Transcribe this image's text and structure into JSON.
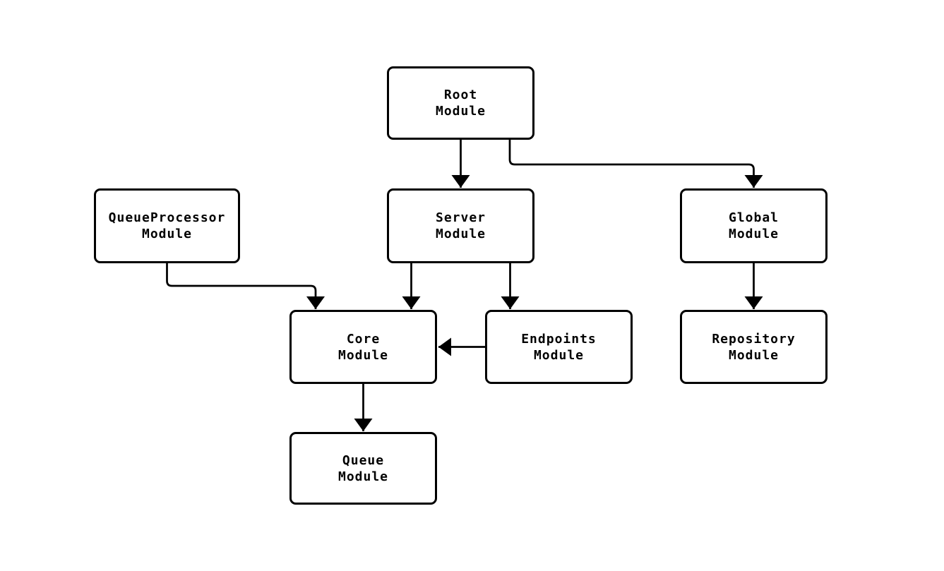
{
  "diagram": {
    "type": "module-dependency-flowchart",
    "colors": {
      "background": "#ffffff",
      "node_fill": "#ffffff",
      "node_border": "#000000",
      "edge": "#000000",
      "text": "#000000"
    },
    "nodes": [
      {
        "id": "root",
        "label": "Root\nModule"
      },
      {
        "id": "queueprocessor",
        "label": "QueueProcessor\nModule"
      },
      {
        "id": "server",
        "label": "Server\nModule"
      },
      {
        "id": "global",
        "label": "Global\nModule"
      },
      {
        "id": "core",
        "label": "Core\nModule"
      },
      {
        "id": "endpoints",
        "label": "Endpoints\nModule"
      },
      {
        "id": "repository",
        "label": "Repository\nModule"
      },
      {
        "id": "queue",
        "label": "Queue\nModule"
      }
    ],
    "edges": [
      {
        "from": "Root Module",
        "to": "Server Module"
      },
      {
        "from": "Root Module",
        "to": "Global Module"
      },
      {
        "from": "QueueProcessor Module",
        "to": "Core Module"
      },
      {
        "from": "Server Module",
        "to": "Core Module"
      },
      {
        "from": "Server Module",
        "to": "Endpoints Module"
      },
      {
        "from": "Global Module",
        "to": "Repository Module"
      },
      {
        "from": "Endpoints Module",
        "to": "Core Module"
      },
      {
        "from": "Core Module",
        "to": "Queue Module"
      }
    ]
  }
}
